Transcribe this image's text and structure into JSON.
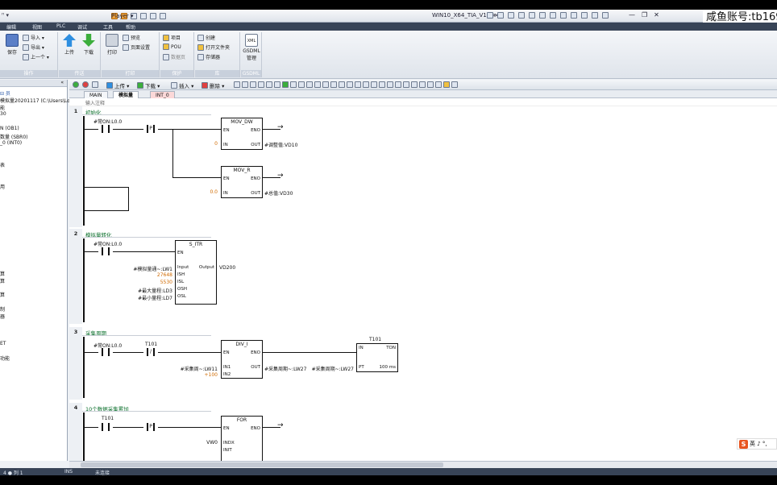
{
  "titlebar": {
    "qa_label": "ᴴ ▾",
    "player_label": "Player ▾",
    "window_title": "WIN10_X64_TIA_V15 ≫",
    "win_min": "—",
    "win_restore": "❐",
    "win_close": "✕"
  },
  "watermark": "咸鱼账号:tb169",
  "menu": [
    "编辑",
    "视图",
    "PLC",
    "调试",
    "工具",
    "帮助"
  ],
  "ribbon": {
    "save": "保存",
    "import": "导入 ▾",
    "export": "导出 ▾",
    "prev": "上一个 ▾",
    "group_ops": "操作",
    "upload": "上传",
    "download": "下载",
    "group_transfer": "传送",
    "print": "打印",
    "preview": "预览",
    "page_setup": "页面设置",
    "group_print": "打印",
    "project": "项目",
    "pou": "POU",
    "data_page": "数据页",
    "group_protect": "保护",
    "create": "创建",
    "open_folder": "打开文件夹",
    "storage": "存储器",
    "group_lib": "库",
    "gsdml": "GSDML 管理",
    "group_gsdml": "GSDML"
  },
  "tree": {
    "header": "«",
    "items": [
      "⊟ 员",
      "模拟量20201117 (C:\\Users\\Lou",
      "能",
      "30",
      "N (OB1)",
      "数量 (SBR0)",
      "_0 (INT0)",
      "表",
      "用",
      "算",
      "算",
      "算",
      "制",
      "器",
      "ET",
      "功能"
    ]
  },
  "editor": {
    "toolbar": {
      "upload": "上传 ▾",
      "download": "下载 ▾",
      "insert": "插入 ▾",
      "delete": "删除 ▾"
    },
    "tabs": [
      "MAIN",
      "模拟量",
      "INT_0"
    ],
    "comment_placeholder": "输入注释"
  },
  "networks": [
    {
      "num": "1",
      "title": "初始化",
      "contact1": "#常ON:L0.0",
      "contact2_sym": "P",
      "box1": {
        "title": "MOV_DW",
        "en": "EN",
        "eno": "ENO",
        "in_pin": "IN",
        "out_pin": "OUT",
        "in_val": "0",
        "out_val": "#调整值:VD10"
      },
      "box2": {
        "title": "MOV_R",
        "en": "EN",
        "eno": "ENO",
        "in_pin": "IN",
        "out_pin": "OUT",
        "in_val": "0.0",
        "out_val": "#总值:VD30"
      }
    },
    {
      "num": "2",
      "title": "模拟量转化",
      "contact1": "#常ON:L0.0",
      "box": {
        "title": "S_ITR",
        "en": "EN",
        "pins": [
          "Input",
          "ISH",
          "ISL",
          "OSH",
          "OSL"
        ],
        "vals": [
          "#模拟量通~:LW1",
          "27648",
          "5530",
          "#最大量程:LD3",
          "#最小量程:LD7"
        ],
        "out_pin": "Output",
        "out_val": "VD200"
      }
    },
    {
      "num": "3",
      "title": "采集周期",
      "contact1": "#常ON:L0.0",
      "contact2": "T101",
      "contact2_sym": "/",
      "box": {
        "title": "DIV_I",
        "en": "EN",
        "eno": "ENO",
        "in1": "IN1",
        "in2": "IN2",
        "out_pin": "OUT",
        "in1_val": "#采集周~:LW11",
        "in2_val": "+100",
        "out_val": "#采集周期~:LW27"
      },
      "timer": {
        "name": "T101",
        "in": "IN",
        "type": "TON",
        "pt": "PT",
        "pt_val": "#采集周期~:LW27",
        "res": "100 ms"
      }
    },
    {
      "num": "4",
      "title": "10个数据采集累加",
      "contact1": "T101",
      "contact2_sym": "P",
      "box": {
        "title": "FOR",
        "en": "EN",
        "eno": "ENO",
        "indx": "INDX",
        "init": "INIT",
        "indx_val": "VW0"
      }
    }
  ],
  "statusbar": {
    "left": "4 ● 列 1",
    "ins": "INS",
    "state": "未连接"
  },
  "ime": {
    "logo": "S",
    "text": "英 ♪ °,"
  }
}
